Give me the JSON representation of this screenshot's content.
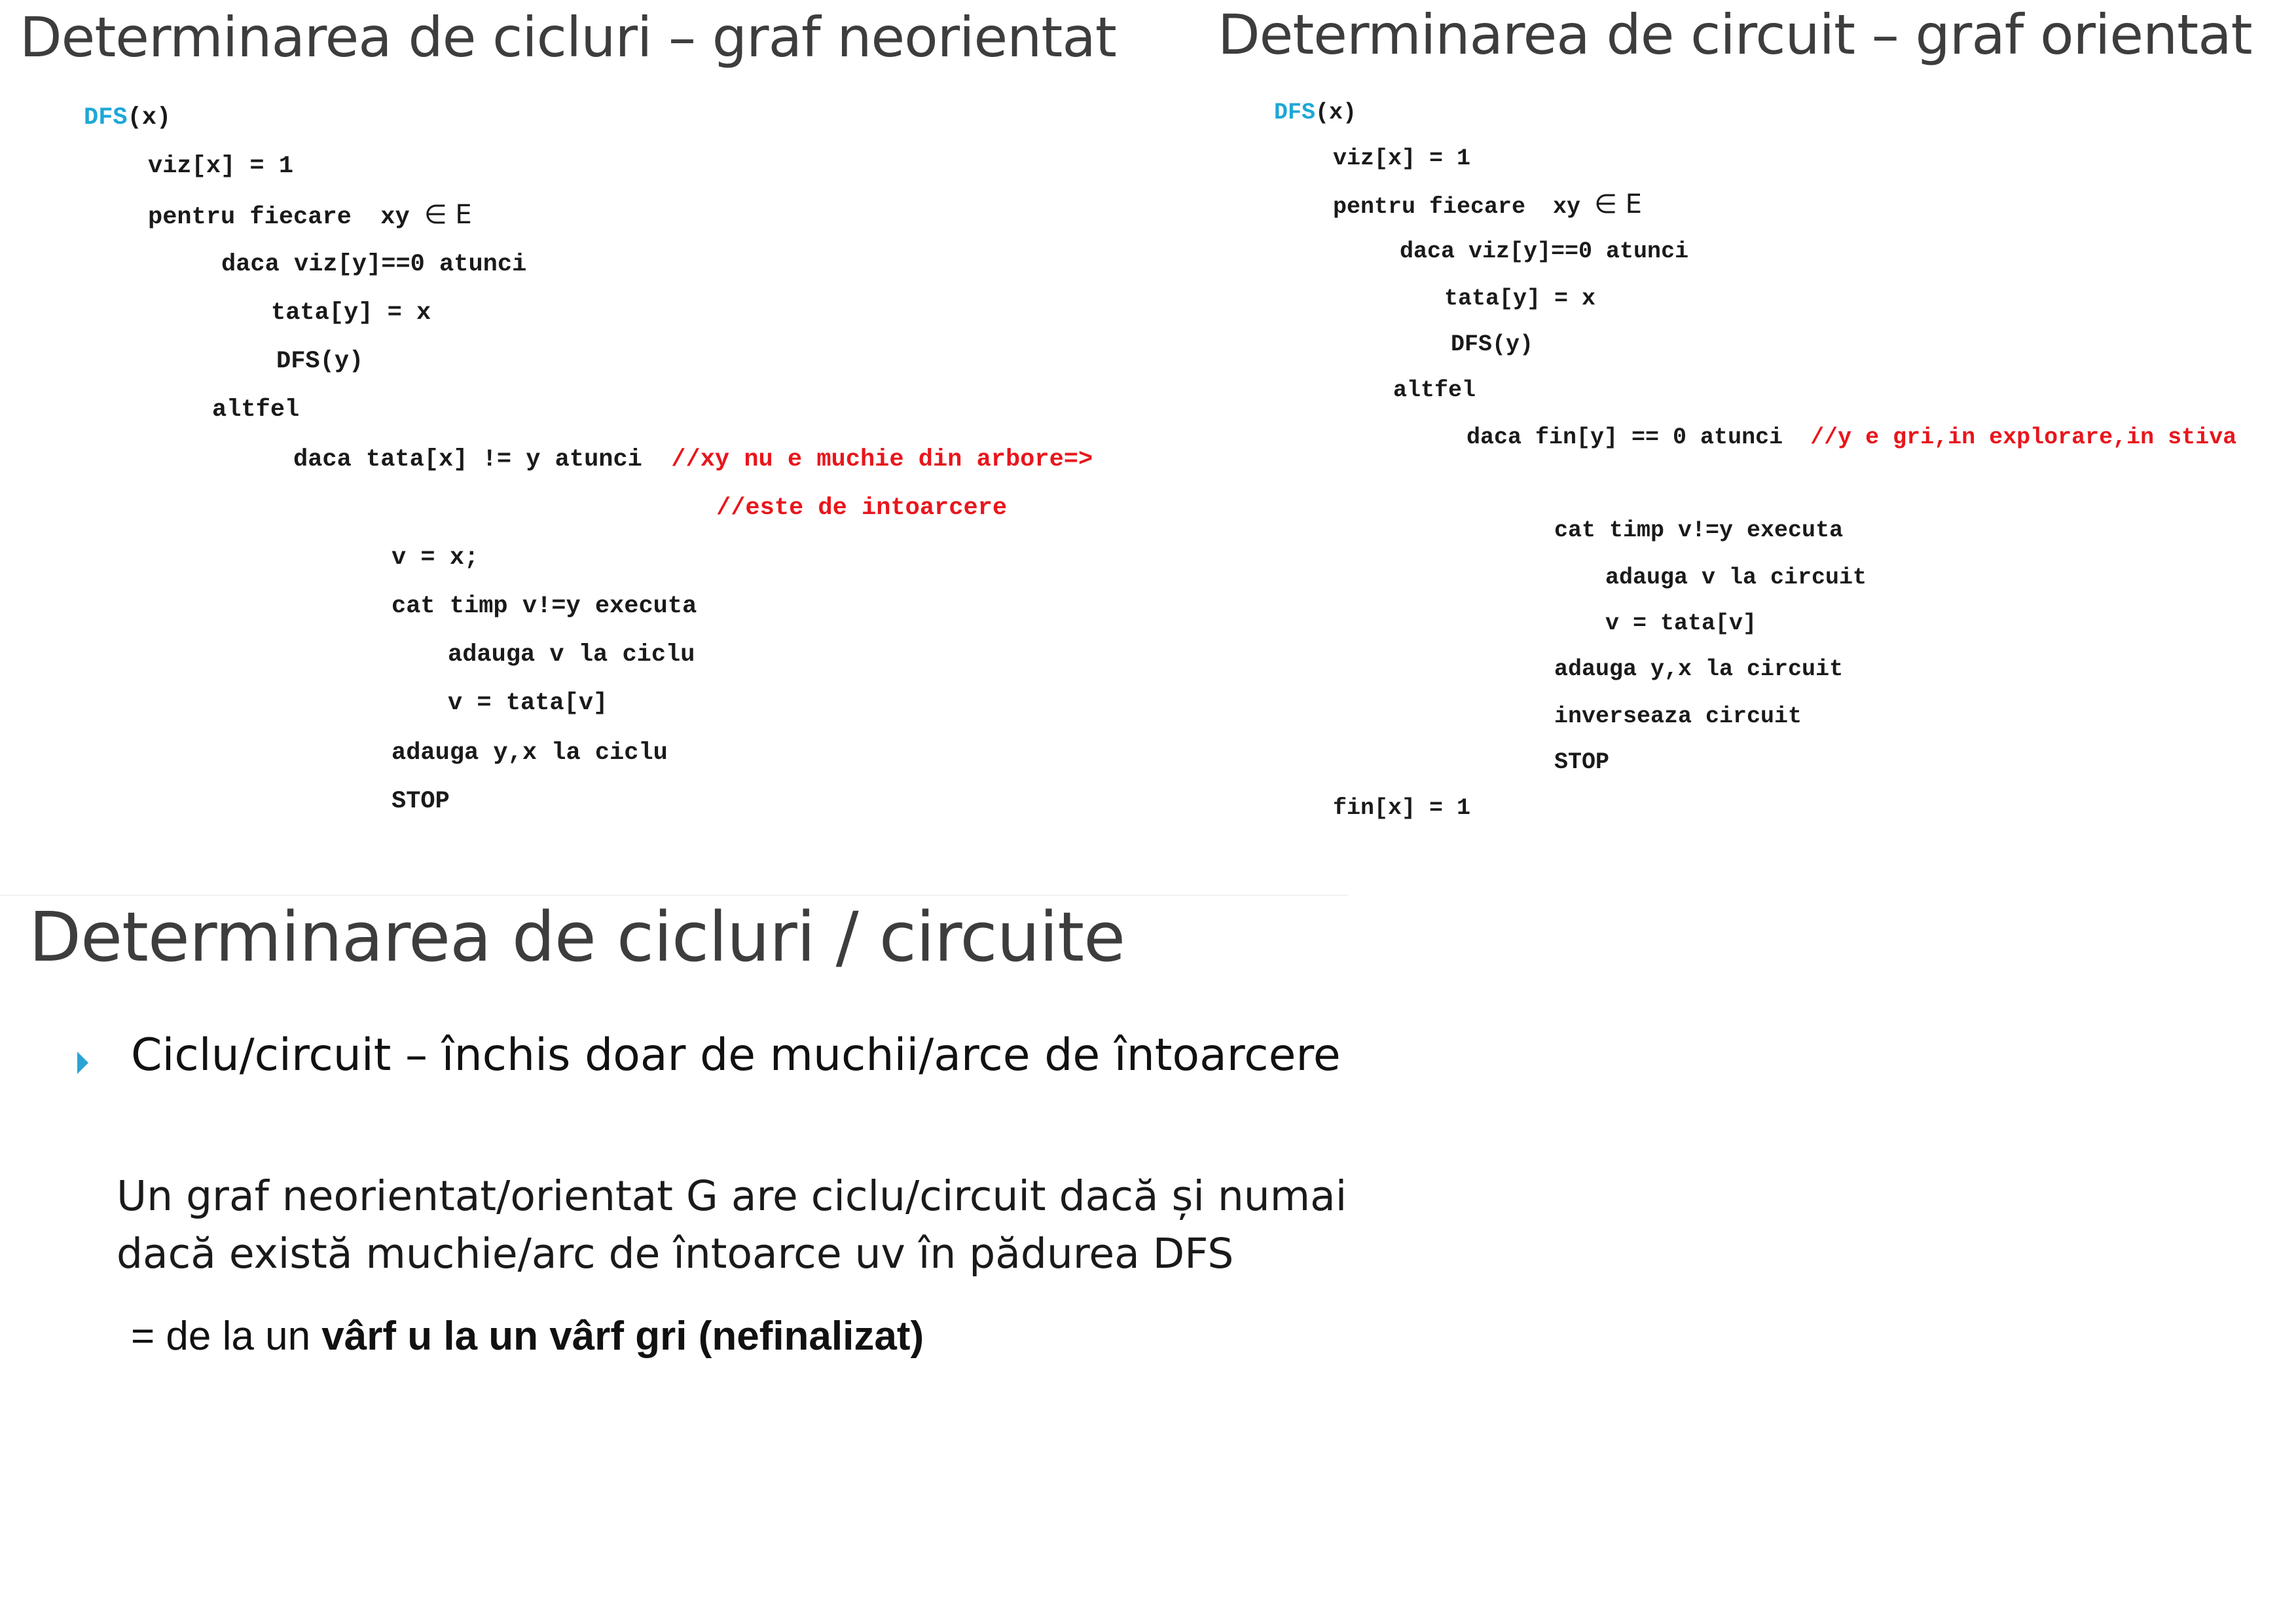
{
  "left_panel": {
    "title": "Determinarea de cicluri – graf neorientat",
    "code": [
      {
        "indent": 0,
        "segments": [
          {
            "text": "DFS",
            "style": "keyword"
          },
          {
            "text": "(x)",
            "style": "code"
          }
        ]
      },
      {
        "indent": 1,
        "segments": [
          {
            "text": "viz[x] = 1",
            "style": "code"
          }
        ]
      },
      {
        "indent": 1,
        "segments": [
          {
            "text": "pentru fiecare  xy ",
            "style": "code"
          },
          {
            "text": "∈ E",
            "style": "math"
          }
        ]
      },
      {
        "indent": 2,
        "segments": [
          {
            "text": "daca viz[y]==0 atunci",
            "style": "code"
          }
        ]
      },
      {
        "indent": 3,
        "segments": [
          {
            "text": "tata[y] = x",
            "style": "code"
          }
        ]
      },
      {
        "indent": 3,
        "segments": [
          {
            "text": "DFS(y)",
            "style": "code"
          }
        ]
      },
      {
        "indent": 2,
        "segments": [
          {
            "text": "altfel",
            "style": "code"
          }
        ]
      },
      {
        "indent": 3,
        "segments": [
          {
            "text": "daca tata[x] != y atunci  ",
            "style": "code"
          },
          {
            "text": "//xy nu e muchie din arbore=>",
            "style": "comment"
          }
        ]
      },
      {
        "indent": 4,
        "segments": [
          {
            "text": "//este de intoarcere",
            "style": "comment"
          }
        ]
      },
      {
        "indent": 4,
        "segments": [
          {
            "text": "v = x;",
            "style": "code"
          }
        ]
      },
      {
        "indent": 4,
        "segments": [
          {
            "text": "cat timp v!=y executa",
            "style": "code"
          }
        ]
      },
      {
        "indent": 5,
        "segments": [
          {
            "text": "adauga v la ciclu",
            "style": "code"
          }
        ]
      },
      {
        "indent": 5,
        "segments": [
          {
            "text": "v = tata[v]",
            "style": "code"
          }
        ]
      },
      {
        "indent": 4,
        "segments": [
          {
            "text": "adauga y,x la ciclu",
            "style": "code"
          }
        ]
      },
      {
        "indent": 4,
        "segments": [
          {
            "text": "STOP",
            "style": "code"
          }
        ]
      }
    ]
  },
  "right_panel": {
    "title": "Determinarea de circuit – graf orientat",
    "code": [
      {
        "indent": 0,
        "segments": [
          {
            "text": "DFS",
            "style": "keyword"
          },
          {
            "text": "(x)",
            "style": "code"
          }
        ]
      },
      {
        "indent": 1,
        "segments": [
          {
            "text": "viz[x] = 1",
            "style": "code"
          }
        ]
      },
      {
        "indent": 1,
        "segments": [
          {
            "text": "pentru fiecare  xy ",
            "style": "code"
          },
          {
            "text": "∈ E",
            "style": "math"
          }
        ]
      },
      {
        "indent": 2,
        "segments": [
          {
            "text": "daca viz[y]==0 atunci",
            "style": "code"
          }
        ]
      },
      {
        "indent": 3,
        "segments": [
          {
            "text": "tata[y] = x",
            "style": "code"
          }
        ]
      },
      {
        "indent": 3,
        "segments": [
          {
            "text": "DFS(y)",
            "style": "code"
          }
        ]
      },
      {
        "indent": 2,
        "segments": [
          {
            "text": "altfel",
            "style": "code"
          }
        ]
      },
      {
        "indent": 3,
        "segments": [
          {
            "text": "daca fin[y] == 0 atunci  ",
            "style": "code"
          },
          {
            "text": "//y e gri,in explorare,in stiva",
            "style": "comment"
          }
        ]
      },
      {
        "indent": 4,
        "segments": [
          {
            "text": "cat timp v!=y executa",
            "style": "code"
          }
        ]
      },
      {
        "indent": 5,
        "segments": [
          {
            "text": "adauga v la circuit",
            "style": "code"
          }
        ]
      },
      {
        "indent": 5,
        "segments": [
          {
            "text": "v = tata[v]",
            "style": "code"
          }
        ]
      },
      {
        "indent": 4,
        "segments": [
          {
            "text": "adauga y,x la circuit",
            "style": "code"
          }
        ]
      },
      {
        "indent": 4,
        "segments": [
          {
            "text": "inverseaza circuit",
            "style": "code"
          }
        ]
      },
      {
        "indent": 4,
        "segments": [
          {
            "text": "STOP",
            "style": "code"
          }
        ]
      },
      {
        "indent": 1,
        "segments": [
          {
            "text": "fin[x] = 1",
            "style": "code"
          }
        ]
      }
    ]
  },
  "bottom_section": {
    "title": "Determinarea de cicluri / circuite",
    "bullet": "Ciclu/circuit – închis doar de muchii/arce de întoarcere",
    "theorem_line1": "Un graf neorientat/orientat G are ciclu/circuit dacă și numai",
    "theorem_line2": "dacă există muchie/arc de întoarce uv în pădurea DFS",
    "definition_prefix": "= de la un ",
    "definition_bold1": "vârf u la un vârf gri",
    "definition_suffix": "  ",
    "definition_bold2": "(nefinalizat)"
  },
  "colors": {
    "title": "#3d3d3d",
    "code_text": "#1a1a1a",
    "keyword": "#1ea7d6",
    "comment": "#e8161c",
    "bullet_marker": "#2ba3d3"
  }
}
